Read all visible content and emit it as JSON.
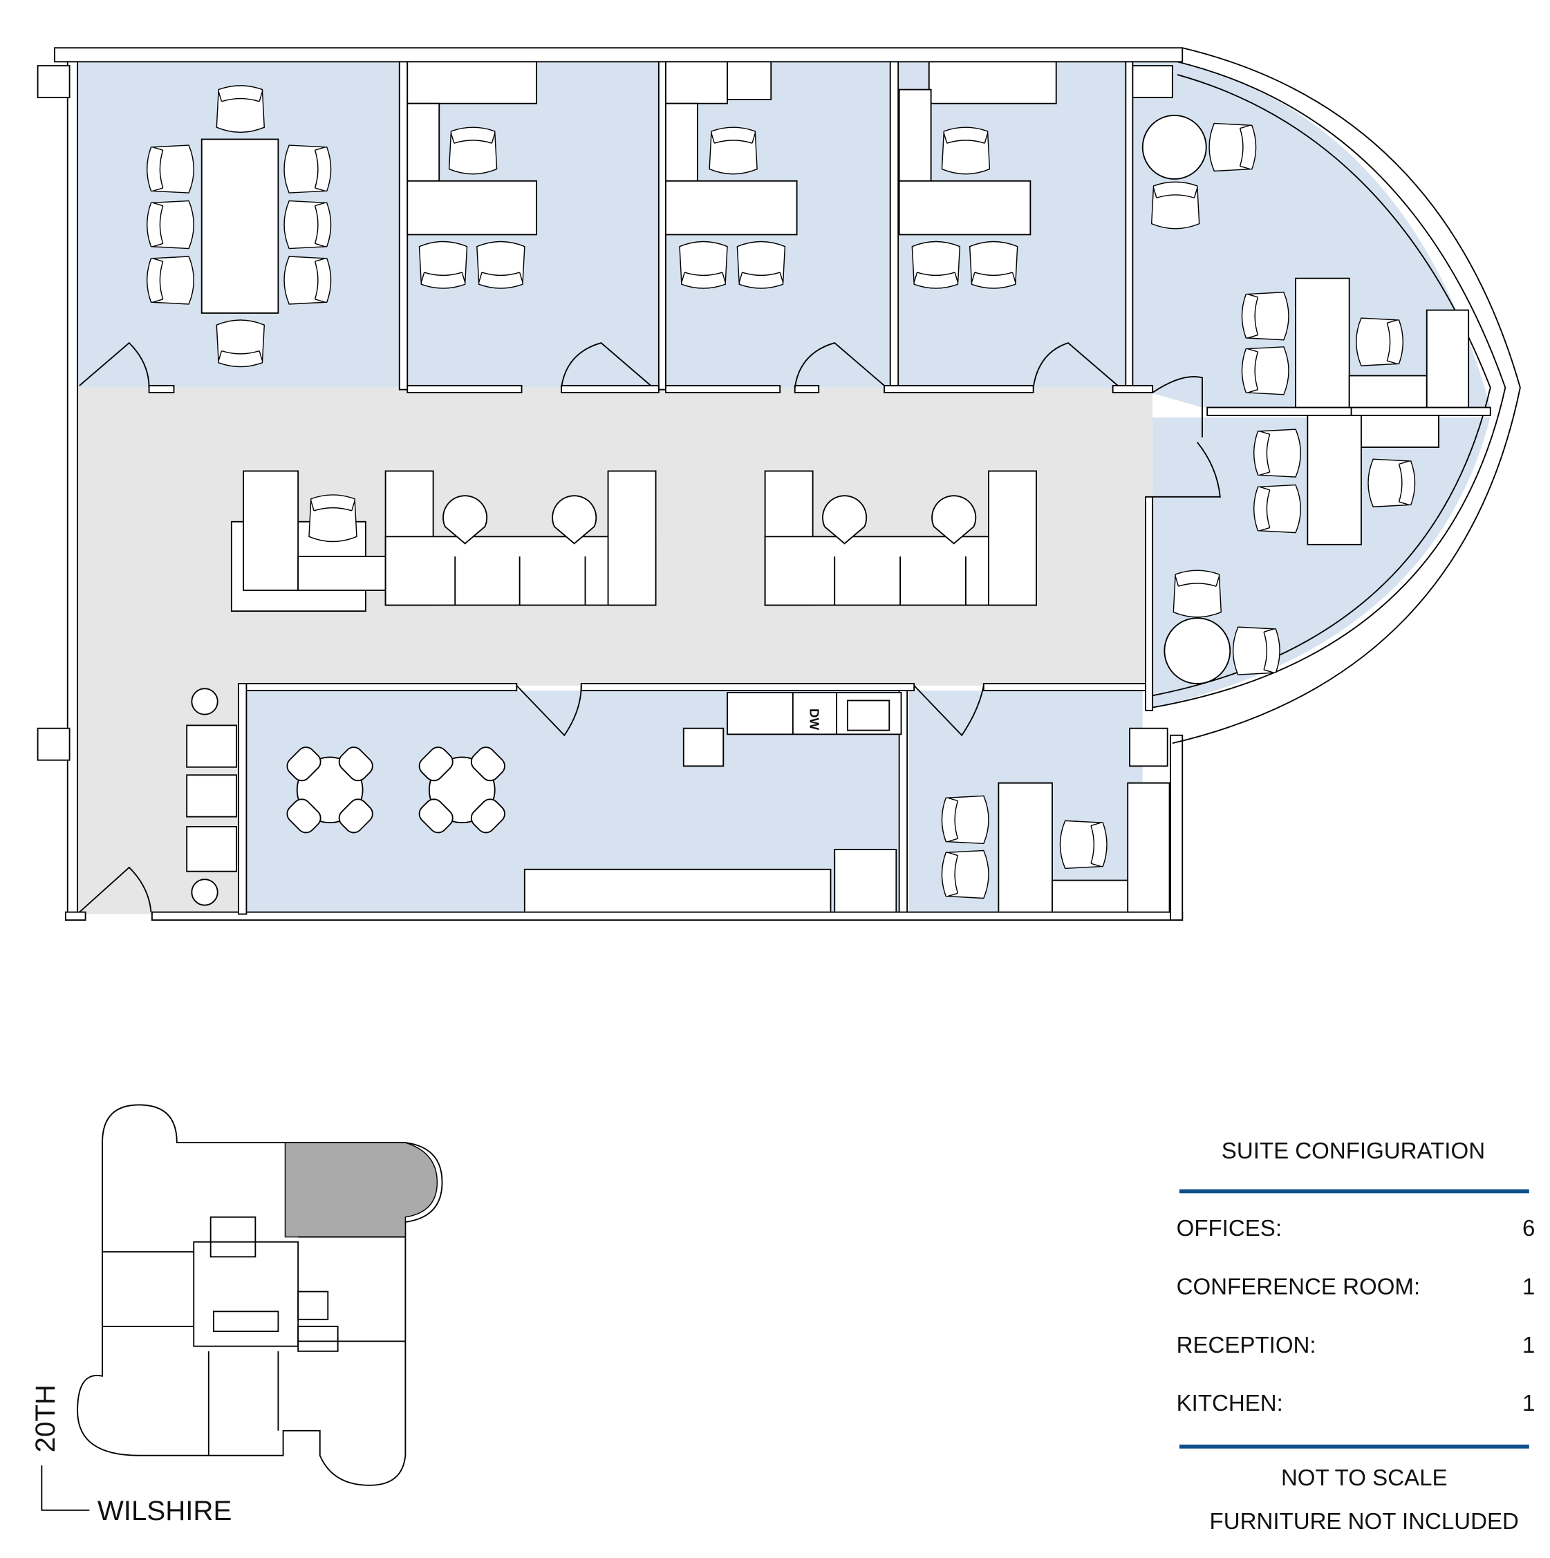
{
  "plan": {
    "appliance_label": "DW",
    "colors": {
      "office": "#d6e2ef",
      "corridor": "#e6e6e6",
      "rule": "#0d4f8b",
      "highlight": "#aaaaaa"
    }
  },
  "keyplan": {
    "street_vertical": "20TH",
    "street_horizontal": "WILSHIRE"
  },
  "config": {
    "title": "SUITE CONFIGURATION",
    "rows": [
      {
        "label": "OFFICES:",
        "value": "6"
      },
      {
        "label": "CONFERENCE ROOM:",
        "value": "1"
      },
      {
        "label": "RECEPTION:",
        "value": "1"
      },
      {
        "label": "KITCHEN:",
        "value": "1"
      }
    ],
    "note_scale": "NOT TO SCALE",
    "note_furniture": "FURNITURE NOT INCLUDED"
  }
}
